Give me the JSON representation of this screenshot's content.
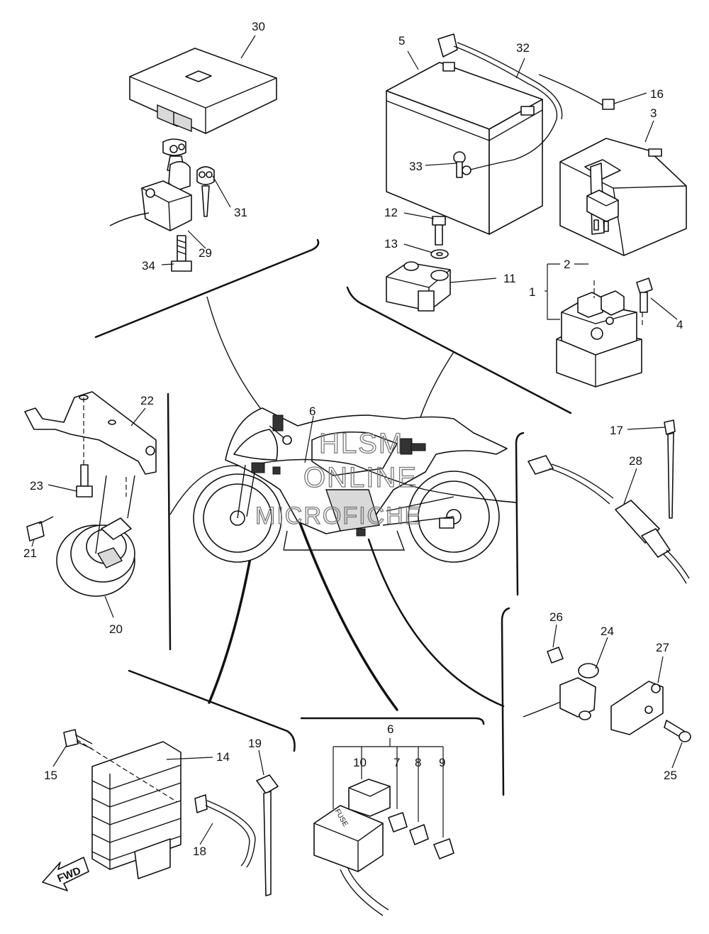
{
  "watermark": {
    "line1": "HLSM",
    "line2": "ONLINE",
    "line3": "MICROFICHE"
  },
  "labels": {
    "p1": "1",
    "p2": "2",
    "p3": "3",
    "p4": "4",
    "p5": "5",
    "p6_main": "6",
    "p6_group": "6",
    "p7": "7",
    "p8": "8",
    "p9": "9",
    "p10": "10",
    "p11": "11",
    "p12": "12",
    "p13": "13",
    "p14": "14",
    "p15": "15",
    "p16": "16",
    "p17": "17",
    "p18": "18",
    "p19": "19",
    "p20": "20",
    "p21": "21",
    "p22": "22",
    "p23": "23",
    "p24": "24",
    "p25": "25",
    "p26": "26",
    "p27": "27",
    "p28": "28",
    "p29": "29",
    "p30": "30",
    "p31": "31",
    "p32": "32",
    "p33": "33",
    "p34": "34"
  },
  "markings": {
    "fwd": "FWD",
    "fuse": "FUSE"
  }
}
